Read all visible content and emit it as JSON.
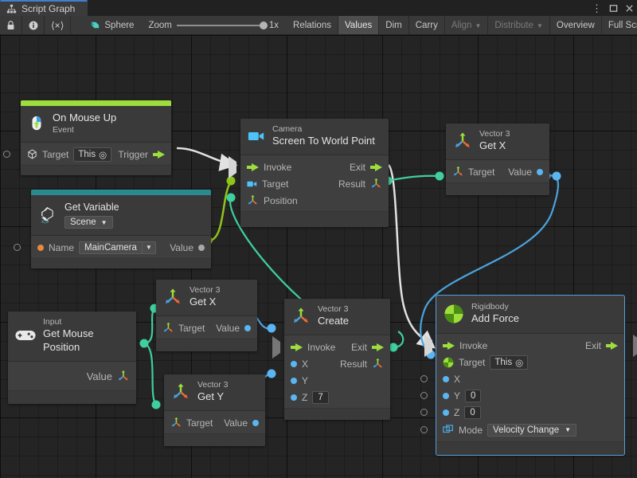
{
  "window": {
    "tab_title": "Script Graph",
    "tab_icon": "script-graph-icon",
    "menu_icon": "kebab-menu-icon",
    "maximize_icon": "maximize-icon",
    "close_icon": "close-icon"
  },
  "toolbar": {
    "lock_icon": "lock-icon",
    "info_icon": "info-icon",
    "code_icon": "code-brackets-icon",
    "object_icon": "sphere-object-icon",
    "object_label": "Sphere",
    "zoom_label": "Zoom",
    "zoom_value": "1x",
    "buttons": [
      {
        "label": "Relations",
        "active": false,
        "dim": false
      },
      {
        "label": "Values",
        "active": true,
        "dim": false
      },
      {
        "label": "Dim",
        "active": false,
        "dim": false
      },
      {
        "label": "Carry",
        "active": false,
        "dim": false
      },
      {
        "label": "Align",
        "active": false,
        "dim": true,
        "caret": true
      },
      {
        "label": "Distribute",
        "active": false,
        "dim": true,
        "caret": true
      },
      {
        "label": "Overview",
        "active": false,
        "dim": false
      },
      {
        "label": "Full Screen",
        "active": false,
        "dim": false
      }
    ]
  },
  "graph": {
    "nodes": [
      {
        "id": "on-mouse-up",
        "subtitle": "On Mouse Up",
        "title": "Event",
        "icon": "mouse-event-icon",
        "accent_color": "#9ede3c",
        "rows": [
          {
            "label": "Target",
            "value": "This",
            "right_label": "Trigger"
          }
        ]
      },
      {
        "id": "get-variable",
        "subtitle": "Get Variable",
        "title": "Scene",
        "icon": "unity-variable-icon",
        "accent_color": "#2b8a8f",
        "rows": [
          {
            "label": "Name",
            "value": "MainCamera",
            "right_label": "Value"
          }
        ]
      },
      {
        "id": "camera-screen-to-world-point",
        "subtitle": "Camera",
        "title": "Screen To World Point",
        "icon": "camera-icon",
        "rows": [
          {
            "label": "Invoke",
            "right_label": "Exit"
          },
          {
            "label": "Target",
            "right_label": "Result"
          },
          {
            "label": "Position"
          }
        ]
      },
      {
        "id": "vector3-get-x-top",
        "subtitle": "Vector 3",
        "title": "Get X",
        "icon": "vector3-icon",
        "rows": [
          {
            "label": "Target",
            "right_label": "Value"
          }
        ]
      },
      {
        "id": "vector3-get-x-mid",
        "subtitle": "Vector 3",
        "title": "Get X",
        "icon": "vector3-icon",
        "rows": [
          {
            "label": "Target",
            "right_label": "Value"
          }
        ]
      },
      {
        "id": "vector3-get-y",
        "subtitle": "Vector 3",
        "title": "Get Y",
        "icon": "vector3-icon",
        "rows": [
          {
            "label": "Target",
            "right_label": "Value"
          }
        ]
      },
      {
        "id": "input-get-mouse-position",
        "subtitle": "Input",
        "title": "Get Mouse Position",
        "icon": "gamepad-icon",
        "rows": [
          {
            "right_label": "Value"
          }
        ]
      },
      {
        "id": "vector3-create",
        "subtitle": "Vector 3",
        "title": "Create",
        "icon": "vector3-icon",
        "rows": [
          {
            "label": "Invoke",
            "right_label": "Exit"
          },
          {
            "label": "X",
            "right_label": "Result"
          },
          {
            "label": "Y"
          },
          {
            "label": "Z",
            "value": "7"
          }
        ]
      },
      {
        "id": "rigidbody-add-force",
        "subtitle": "Rigidbody",
        "title": "Add Force",
        "icon": "rigidbody-icon",
        "selected": true,
        "rows": [
          {
            "label": "Invoke",
            "right_label": "Exit"
          },
          {
            "label": "Target",
            "value": "This"
          },
          {
            "label": "X"
          },
          {
            "label": "Y",
            "value": "0"
          },
          {
            "label": "Z",
            "value": "0"
          },
          {
            "label": "Mode",
            "value": "Velocity Change"
          }
        ]
      }
    ],
    "colors": {
      "flow_wire": "#e2e2e2",
      "object_wire": "#8fc41a",
      "vector_wire": "#3fcfa0",
      "float_wire": "#4aa3dd",
      "accent_green": "#9ede3c",
      "accent_teal": "#2b8a8f",
      "selection": "#5a9ed8"
    }
  }
}
